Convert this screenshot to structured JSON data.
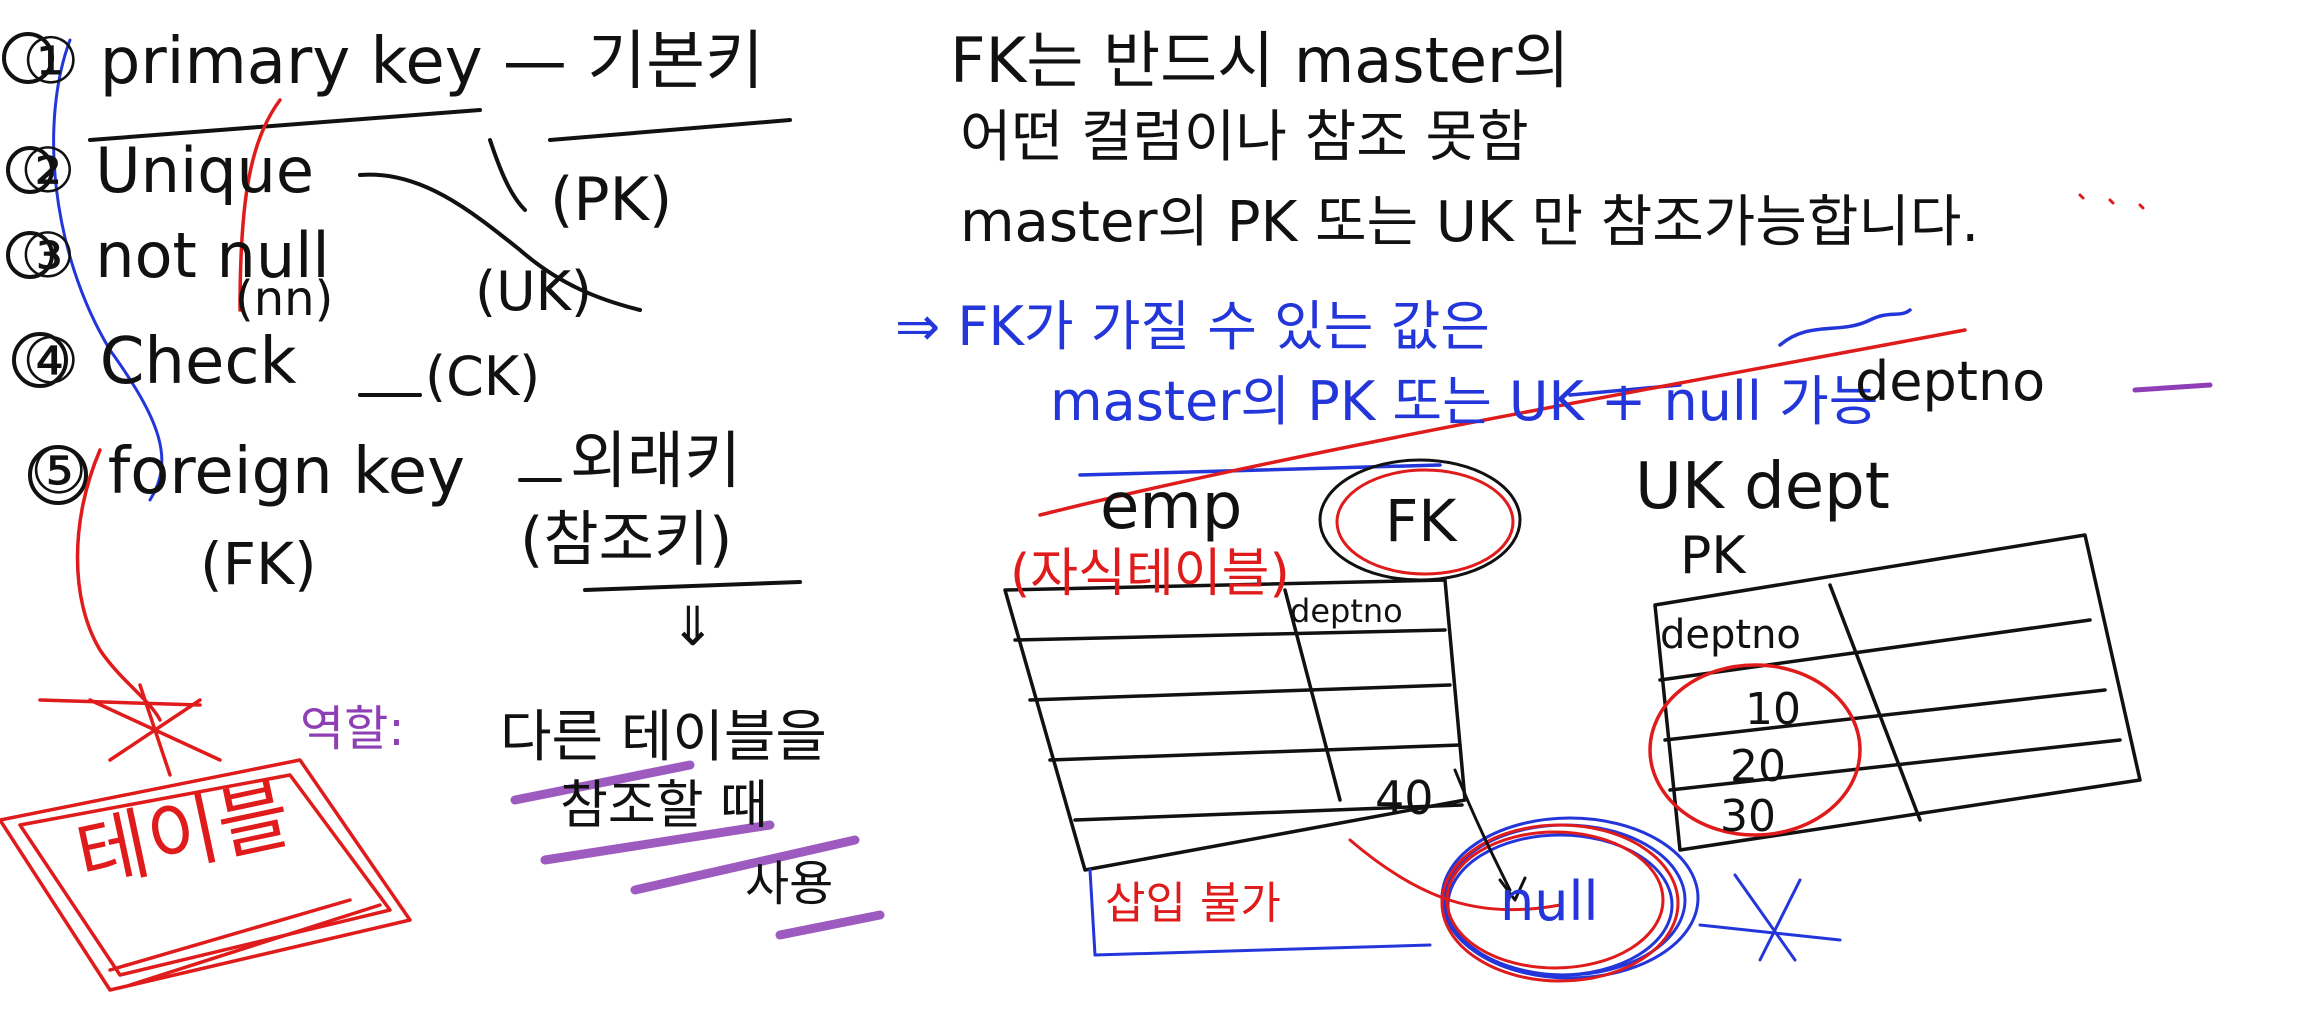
{
  "colors": {
    "paper": "#ffffff",
    "black_ink": "#111111",
    "blue_ink": "#2336d9",
    "red_ink": "#e01b1b",
    "purple_ink": "#8e3fb5"
  },
  "left": {
    "c1": "① primary key — 기본키",
    "pk": "(PK)",
    "c2": "② Unique",
    "uk": "(UK)",
    "c3": "③ not null",
    "nn": "(nn)",
    "c4": "④ Check",
    "ck": "(CK)",
    "c5": "⑤ foreign key",
    "fk": "(FK)",
    "ikey": "외래키",
    "rkey": "(참조키)",
    "arrow": "⇓",
    "n1": "다른 테이블을",
    "n2": "참조할 때",
    "n3": "사용",
    "nole": "역할:",
    "table_box": "테이블"
  },
  "right": {
    "l1": "FK는 반드시 master의",
    "l2": "어떤 컬럼이나 참조 못함",
    "l3": "master의 PK 또는 UK 만 참조가능합니다.",
    "b1": "⇒ FK가 가질 수 있는 값은",
    "b2": "master의 PK 또는 UK + null 가능",
    "deptno": "deptno",
    "emp": "emp",
    "fkcircle": "FK",
    "child": "(자식테이블)",
    "ukdept": "UK dept",
    "pk": "PK",
    "emp_col": "deptno",
    "dept_col": "deptno",
    "v40": "40",
    "v10": "10",
    "v20": "20",
    "v30": "30",
    "null": "null",
    "insert": "삽입 불가"
  }
}
